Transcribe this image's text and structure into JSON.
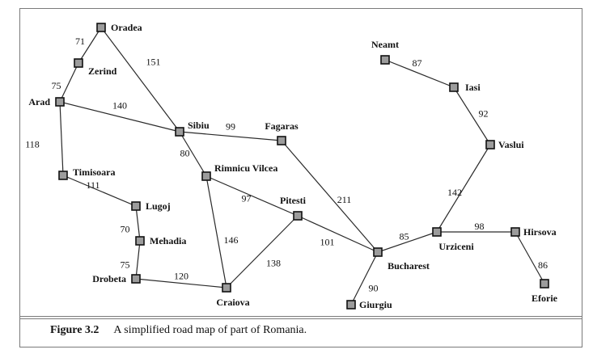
{
  "caption": {
    "figure": "Figure 3.2",
    "text": "A simplified road map of part of Romania."
  },
  "cities": [
    {
      "id": "oradea",
      "name": "Oradea"
    },
    {
      "id": "zerind",
      "name": "Zerind"
    },
    {
      "id": "arad",
      "name": "Arad"
    },
    {
      "id": "timisoara",
      "name": "Timisoara"
    },
    {
      "id": "lugoj",
      "name": "Lugoj"
    },
    {
      "id": "mehadia",
      "name": "Mehadia"
    },
    {
      "id": "drobeta",
      "name": "Drobeta"
    },
    {
      "id": "craiova",
      "name": "Craiova"
    },
    {
      "id": "sibiu",
      "name": "Sibiu"
    },
    {
      "id": "rimnicu",
      "name": "Rimnicu Vilcea"
    },
    {
      "id": "fagaras",
      "name": "Fagaras"
    },
    {
      "id": "pitesti",
      "name": "Pitesti"
    },
    {
      "id": "bucharest",
      "name": "Bucharest"
    },
    {
      "id": "giurgiu",
      "name": "Giurgiu"
    },
    {
      "id": "urziceni",
      "name": "Urziceni"
    },
    {
      "id": "hirsova",
      "name": "Hirsova"
    },
    {
      "id": "eforie",
      "name": "Eforie"
    },
    {
      "id": "vaslui",
      "name": "Vaslui"
    },
    {
      "id": "iasi",
      "name": "Iasi"
    },
    {
      "id": "neamt",
      "name": "Neamt"
    }
  ],
  "roads": [
    {
      "from": "oradea",
      "to": "zerind",
      "distance": "71"
    },
    {
      "from": "zerind",
      "to": "arad",
      "distance": "75"
    },
    {
      "from": "oradea",
      "to": "sibiu",
      "distance": "151"
    },
    {
      "from": "arad",
      "to": "sibiu",
      "distance": "140"
    },
    {
      "from": "arad",
      "to": "timisoara",
      "distance": "118"
    },
    {
      "from": "timisoara",
      "to": "lugoj",
      "distance": "111"
    },
    {
      "from": "lugoj",
      "to": "mehadia",
      "distance": "70"
    },
    {
      "from": "mehadia",
      "to": "drobeta",
      "distance": "75"
    },
    {
      "from": "drobeta",
      "to": "craiova",
      "distance": "120"
    },
    {
      "from": "sibiu",
      "to": "fagaras",
      "distance": "99"
    },
    {
      "from": "sibiu",
      "to": "rimnicu",
      "distance": "80"
    },
    {
      "from": "rimnicu",
      "to": "pitesti",
      "distance": "97"
    },
    {
      "from": "rimnicu",
      "to": "craiova",
      "distance": "146"
    },
    {
      "from": "craiova",
      "to": "pitesti",
      "distance": "138"
    },
    {
      "from": "fagaras",
      "to": "bucharest",
      "distance": "211"
    },
    {
      "from": "pitesti",
      "to": "bucharest",
      "distance": "101"
    },
    {
      "from": "bucharest",
      "to": "giurgiu",
      "distance": "90"
    },
    {
      "from": "bucharest",
      "to": "urziceni",
      "distance": "85"
    },
    {
      "from": "urziceni",
      "to": "hirsova",
      "distance": "98"
    },
    {
      "from": "hirsova",
      "to": "eforie",
      "distance": "86"
    },
    {
      "from": "urziceni",
      "to": "vaslui",
      "distance": "142"
    },
    {
      "from": "vaslui",
      "to": "iasi",
      "distance": "92"
    },
    {
      "from": "iasi",
      "to": "neamt",
      "distance": "87"
    }
  ]
}
